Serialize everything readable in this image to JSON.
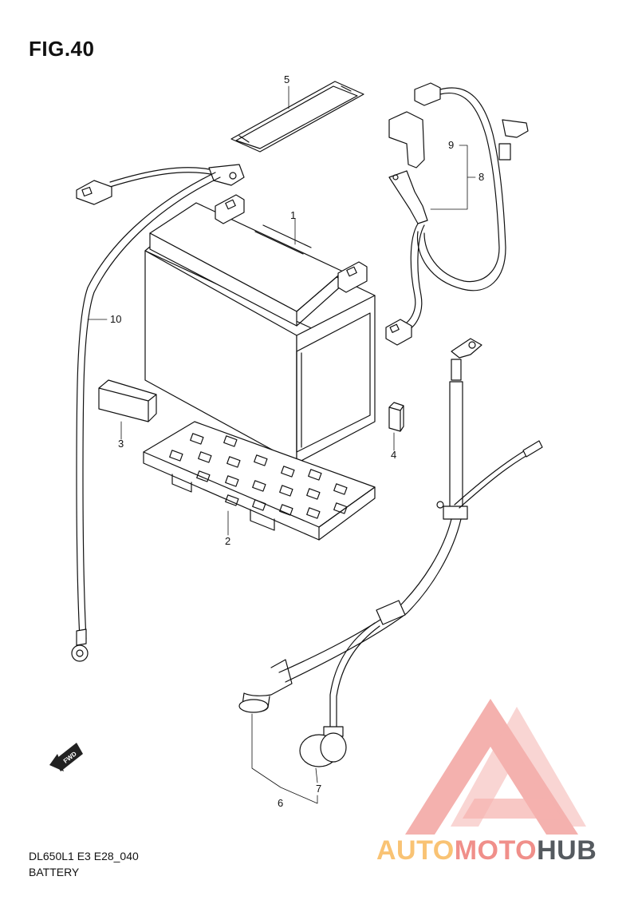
{
  "figure": {
    "title": "FIG.40"
  },
  "callouts": [
    "1",
    "2",
    "3",
    "4",
    "5",
    "6",
    "7",
    "8",
    "9",
    "10"
  ],
  "direction_marker": "FWD",
  "footer": {
    "model_code": "DL650L1 E3 E28_040",
    "caption": "BATTERY"
  },
  "watermark": {
    "part1": "AUTO",
    "part2": "MOTO",
    "part3": "HUB"
  },
  "colors": {
    "line": "#111111",
    "watermark_red": "#f3a4a0",
    "watermark_yellow": "#f9c374",
    "watermark_gray": "#555a5f"
  }
}
